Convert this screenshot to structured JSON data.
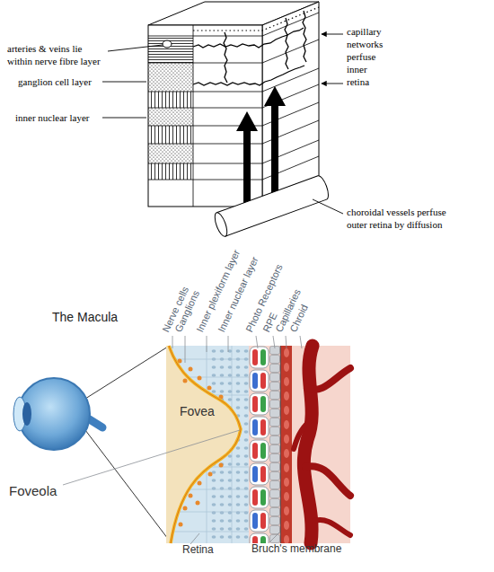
{
  "diagram": {
    "labels": [
      "arteries & veins lie within nerve fibre layer",
      "ganglion cell layer",
      "inner nuclear layer",
      "capillary networks perfuse inner retina",
      "choroidal vessels perfuse outer retina by diffusion",
      "The Macula",
      "Nerve cells",
      "Ganglions",
      "Inner plexiform layer",
      "Inner nuclear layer",
      "Photo Receptors",
      "RPE",
      "Capillaries",
      "Chroid",
      "Fovea",
      "Foveola",
      "Retina",
      "Bruch's membrane"
    ]
  }
}
